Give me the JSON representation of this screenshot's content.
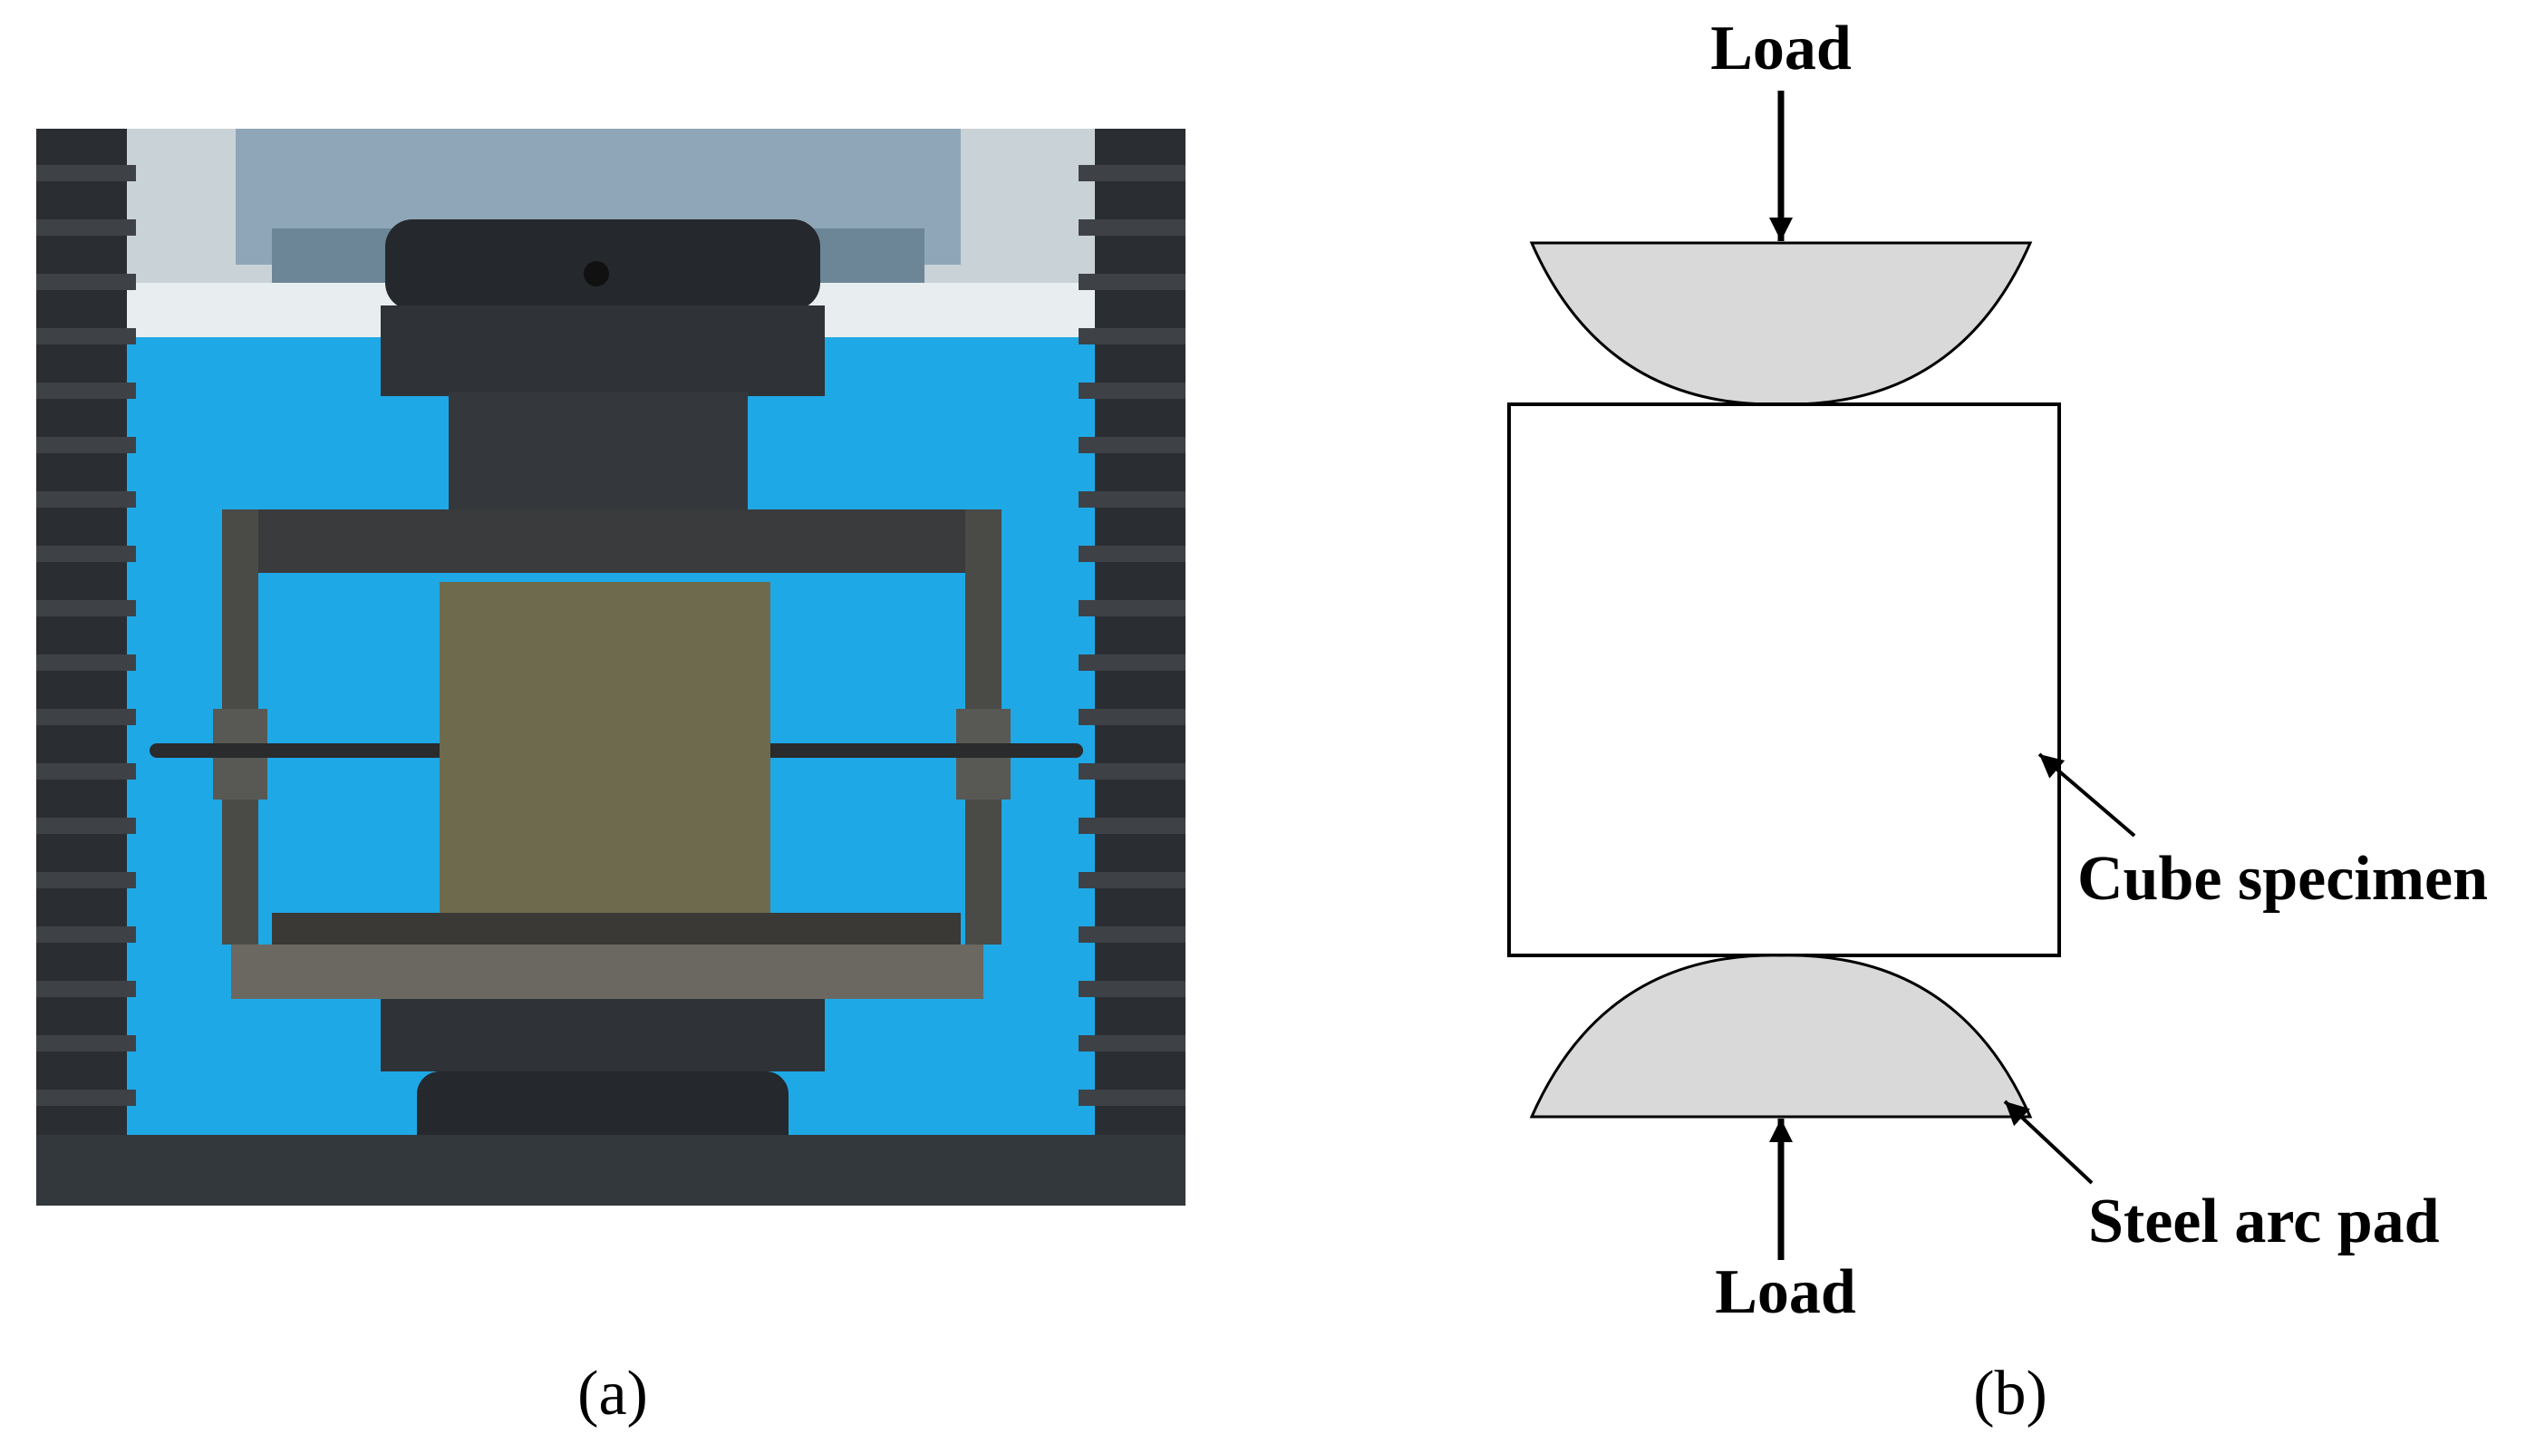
{
  "figure": {
    "panel_a_label": "(a)",
    "panel_b_label": "(b)"
  },
  "diagram": {
    "load_top": "Load",
    "load_bottom": "Load",
    "cube_label": "Cube specimen",
    "pad_label": "Steel arc pad"
  },
  "colors": {
    "pad_fill": "#d9d9d9",
    "background_blue": "#1fa8e6",
    "machine_dark": "#2b2e33",
    "specimen": "#6e6a4d"
  }
}
